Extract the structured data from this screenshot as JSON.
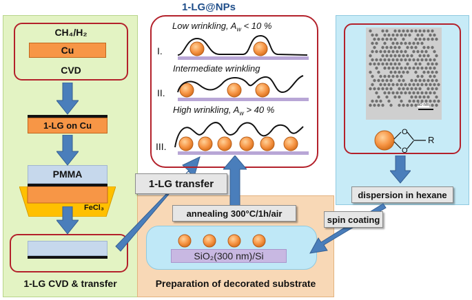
{
  "title": "1-LG@NPs",
  "left_panel": {
    "gas": "CH₄/H₂",
    "cu": "Cu",
    "cvd": "CVD",
    "lg_on_cu": "1-LG on Cu",
    "pmma": "PMMA",
    "fecl3": "FeCl₃",
    "footer": "1-LG CVD & transfer"
  },
  "wrinkling": {
    "low": "Low wrinkling, A",
    "low_sub": "w",
    "low_tail": " < 10 %",
    "intermediate": "Intermediate wrinkling",
    "high": "High wrinkling, A",
    "high_sub": "w",
    "high_tail": " > 40 %",
    "rows": [
      "I.",
      "II.",
      "III."
    ]
  },
  "transfer_label": "1-LG transfer",
  "annealing_label": "annealing 300°C/1h/air",
  "spin_coating_label": "spin coating",
  "dispersion_label": "dispersion in hexane",
  "substrate_label": "SiO₂(300 nm)/Si",
  "mid_footer": "Preparation of decorated substrate",
  "scale_bar": "60 nm",
  "ligand_r": "R",
  "colors": {
    "particle": "#f79646",
    "arrow": "#4a7ebb",
    "red_frame": "#b3202a",
    "substrate_line": "#b8a6d6"
  }
}
